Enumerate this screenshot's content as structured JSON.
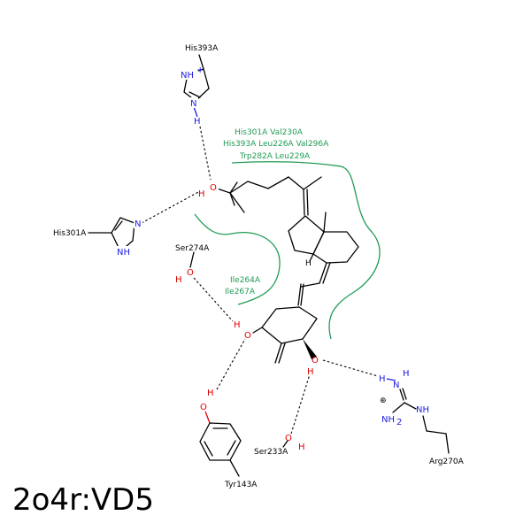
{
  "title": "2o4r:VD5",
  "residues": {
    "his393_top": "His393A",
    "his301_left": "His301A",
    "ser274": "Ser274A",
    "ser233": "Ser233A",
    "tyr143": "Tyr143A",
    "arg270": "Arg270A"
  },
  "hydrophobic": {
    "top_line1": "His301A Val230A",
    "top_line2": "His393A Leu226A Val296A",
    "top_line3": "Trp282A Leu229A",
    "left_line1": "Ile264A",
    "left_line2": "Ile267A"
  },
  "atoms": {
    "N": "N",
    "NH": "NH",
    "H": "H",
    "O": "O",
    "NH2": "NH",
    "sub2": "2",
    "plus": "+",
    "circled_plus": "⊕"
  },
  "colors": {
    "nitrogen": "#1d1de0",
    "oxygen": "#e00000",
    "hydrophobic": "#1f9b55",
    "bond": "#000000"
  }
}
